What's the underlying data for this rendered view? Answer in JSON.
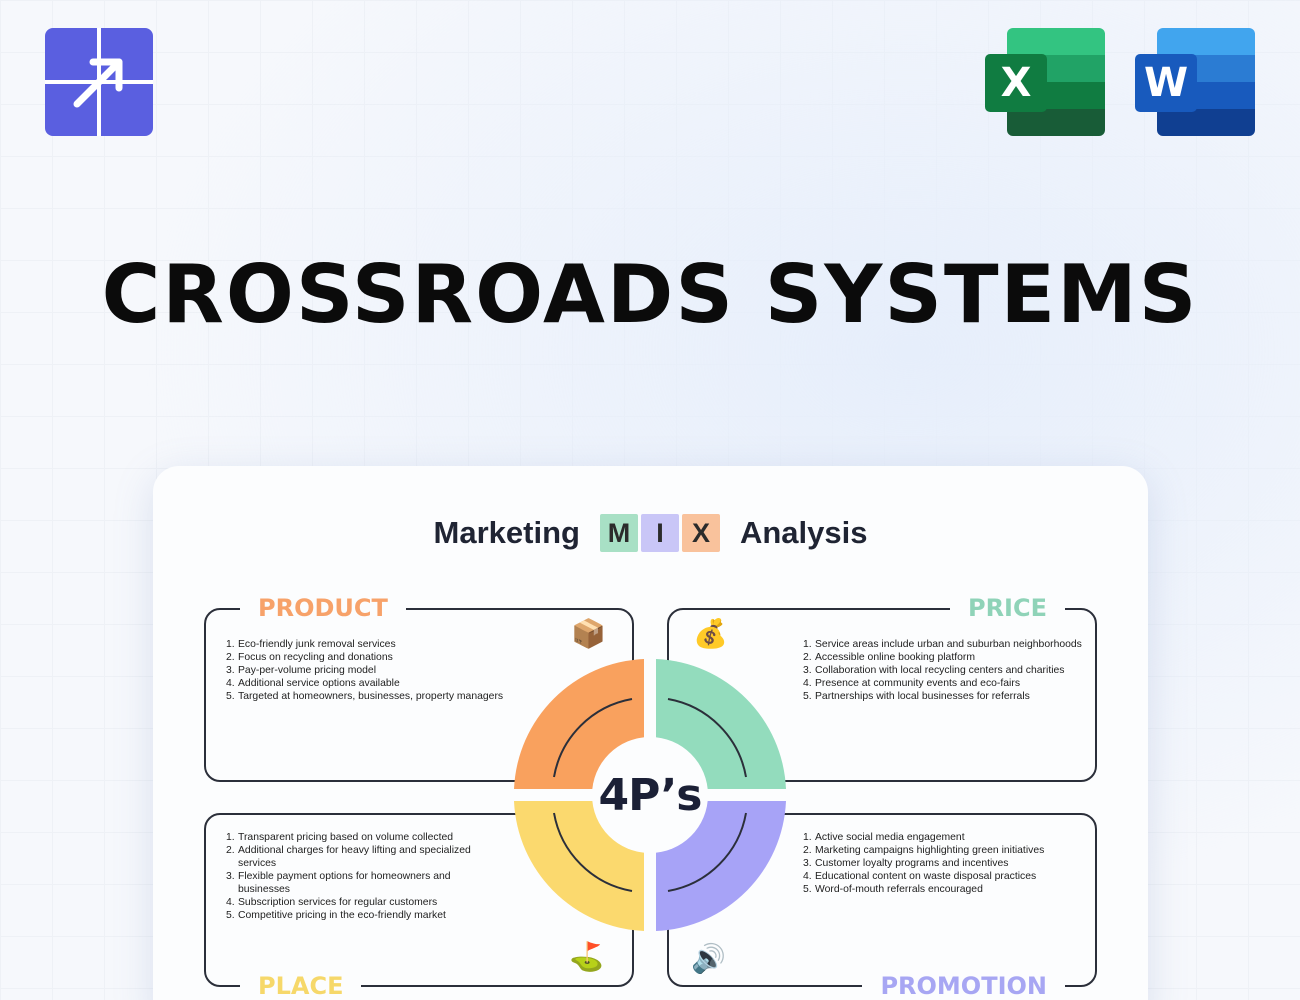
{
  "brand": {
    "logo_icon": "arrow-up-right-grid-icon",
    "color": "#5a5fe0"
  },
  "apps": [
    {
      "name": "Excel",
      "letter": "X",
      "icon": "excel-icon",
      "colors": [
        "#33c481",
        "#21a366",
        "#107c41",
        "#185c37"
      ],
      "front": "#107c41"
    },
    {
      "name": "Word",
      "letter": "W",
      "icon": "word-icon",
      "colors": [
        "#41a5ee",
        "#2b7cd3",
        "#185abd",
        "#103f91"
      ],
      "front": "#185abd"
    }
  ],
  "title": "CROSSROADS SYSTEMS",
  "card": {
    "heading_left": "Marketing",
    "heading_right": "Analysis",
    "mix_letters": [
      {
        "char": "M",
        "color": "#a8e0c5"
      },
      {
        "char": "I",
        "color": "#c9c6f7"
      },
      {
        "char": "X",
        "color": "#f9c29c"
      }
    ],
    "center_label": "4P’s",
    "quadrant_colors": {
      "product": "#f9a15e",
      "price": "#93dcbd",
      "place": "#fbd96e",
      "promotion": "#a7a3f7"
    },
    "product": {
      "label": "PRODUCT",
      "emoji": "📦",
      "icon": "package-icon",
      "items": [
        "Eco-friendly junk removal services",
        "Focus on recycling and donations",
        "Pay-per-volume pricing model",
        "Additional service options available",
        "Targeted at homeowners, businesses, property managers"
      ]
    },
    "price": {
      "label": "PRICE",
      "emoji": "💰",
      "icon": "money-bag-icon",
      "items": [
        "Service areas include urban and suburban neighborhoods",
        "Accessible online booking platform",
        "Collaboration with local recycling centers and charities",
        "Presence at community events and eco-fairs",
        "Partnerships with local businesses for referrals"
      ]
    },
    "place": {
      "label": "PLACE",
      "emoji": "⛳",
      "icon": "golf-flag-icon",
      "items": [
        "Transparent pricing based on volume collected",
        "Additional charges for heavy lifting and specialized services",
        "Flexible payment options for homeowners and businesses",
        "Subscription services for regular customers",
        "Competitive pricing in the eco-friendly market"
      ]
    },
    "promotion": {
      "label": "PROMOTION",
      "emoji": "🔊",
      "icon": "speaker-icon",
      "items": [
        "Active social media engagement",
        "Marketing campaigns highlighting green initiatives",
        "Customer loyalty programs and incentives",
        "Educational content on waste disposal practices",
        "Word-of-mouth referrals encouraged"
      ]
    }
  }
}
